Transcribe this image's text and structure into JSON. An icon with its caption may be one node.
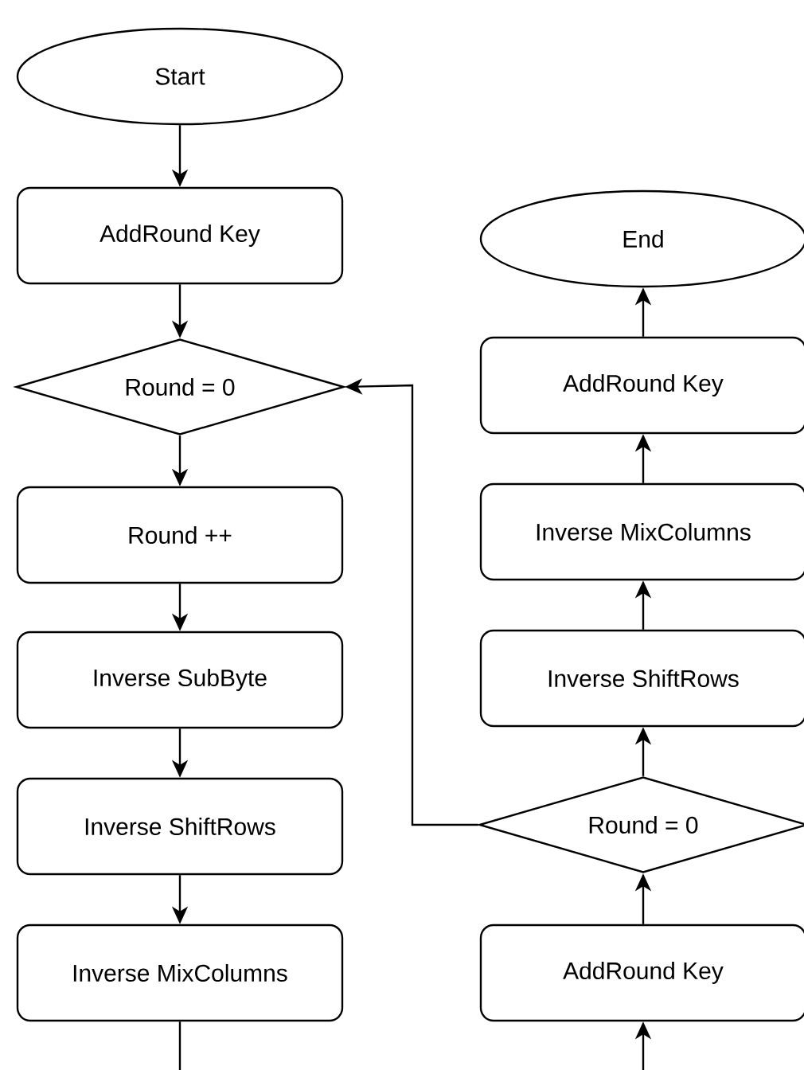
{
  "diagram": {
    "nodes": [
      {
        "text": [
          "Start"
        ]
      },
      {
        "text": [
          "AddRound Key"
        ]
      },
      {
        "text": [
          "Round = 0"
        ]
      },
      {
        "text": [
          "Round ++"
        ]
      },
      {
        "text": [
          "Inverse SubByte"
        ]
      },
      {
        "text": [
          "Inverse ShiftRows"
        ]
      },
      {
        "text": [
          "Inverse MixColumns"
        ]
      },
      {
        "text": [
          "End"
        ]
      },
      {
        "text": [
          "AddRound Key"
        ]
      },
      {
        "text": [
          "Inverse MixColumns"
        ]
      },
      {
        "text": [
          "Inverse ShiftRows"
        ]
      },
      {
        "text": [
          "Round = 0"
        ]
      },
      {
        "text": [
          "AddRound Key"
        ]
      }
    ],
    "edges": [
      {
        "from": 0,
        "to": 1,
        "arrow": "to"
      },
      {
        "from": 1,
        "to": 2,
        "arrow": "to"
      },
      {
        "from": 2,
        "to": 3,
        "arrow": "to"
      },
      {
        "from": 3,
        "to": 4,
        "arrow": "to"
      },
      {
        "from": 4,
        "to": 5,
        "arrow": "to"
      },
      {
        "from": 5,
        "to": 6,
        "arrow": "to"
      },
      {
        "from": 6,
        "to": null,
        "arrow": "none"
      },
      {
        "from": null,
        "to": 12,
        "arrow": "to"
      },
      {
        "from": 12,
        "to": 11,
        "arrow": "to"
      },
      {
        "from": 11,
        "to": 10,
        "arrow": "to"
      },
      {
        "from": 10,
        "to": 9,
        "arrow": "to"
      },
      {
        "from": 9,
        "to": 8,
        "arrow": "to"
      },
      {
        "from": 8,
        "to": 7,
        "arrow": "to"
      },
      {
        "from": 11,
        "to": 2,
        "arrow": "to"
      }
    ]
  }
}
